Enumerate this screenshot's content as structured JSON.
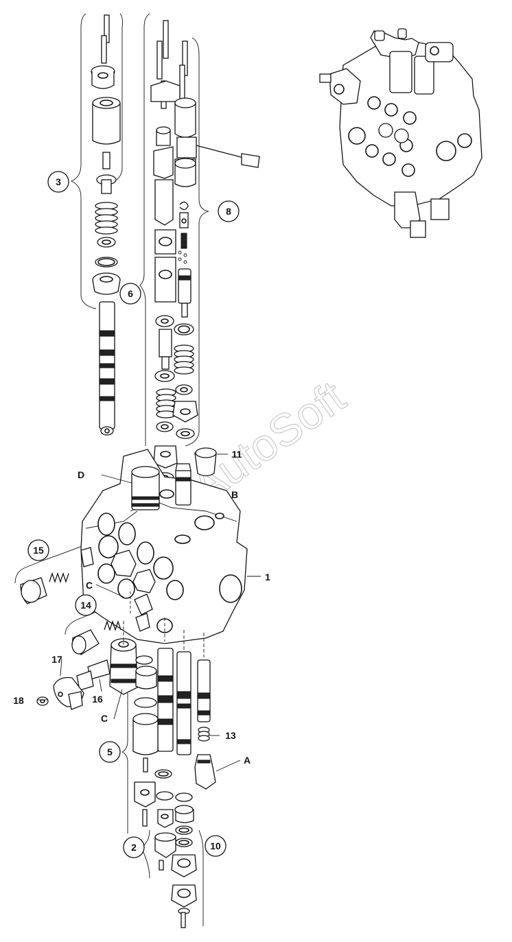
{
  "watermark": "AutoSoft",
  "callouts": [
    {
      "id": "c3",
      "text": "3",
      "circled": true
    },
    {
      "id": "c8",
      "text": "8",
      "circled": true
    },
    {
      "id": "c6",
      "text": "6",
      "circled": true
    },
    {
      "id": "c11",
      "text": "11",
      "circled": false
    },
    {
      "id": "cD",
      "text": "D",
      "circled": false
    },
    {
      "id": "cB",
      "text": "B",
      "circled": false
    },
    {
      "id": "c1",
      "text": "1",
      "circled": false
    },
    {
      "id": "c15",
      "text": "15",
      "circled": true
    },
    {
      "id": "cC1",
      "text": "C",
      "circled": false
    },
    {
      "id": "c14",
      "text": "14",
      "circled": true
    },
    {
      "id": "c17",
      "text": "17",
      "circled": false
    },
    {
      "id": "c18",
      "text": "18",
      "circled": false
    },
    {
      "id": "c16",
      "text": "16",
      "circled": false
    },
    {
      "id": "cC2",
      "text": "C",
      "circled": false
    },
    {
      "id": "c13",
      "text": "13",
      "circled": false
    },
    {
      "id": "c5",
      "text": "5",
      "circled": true
    },
    {
      "id": "cA",
      "text": "A",
      "circled": false
    },
    {
      "id": "c2",
      "text": "2",
      "circled": true
    },
    {
      "id": "c10",
      "text": "10",
      "circled": true
    }
  ]
}
